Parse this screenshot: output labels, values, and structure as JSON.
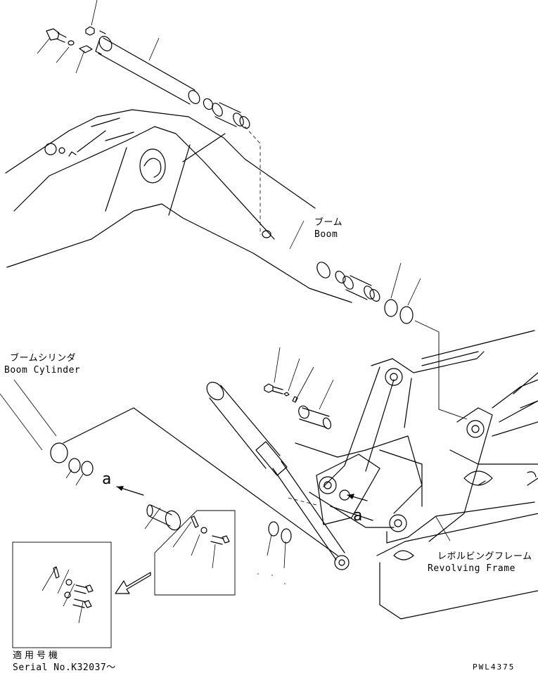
{
  "labels": {
    "boom_jp": "ブーム",
    "boom_en": "Boom",
    "boom_cylinder_jp": "ブームシリンダ",
    "boom_cylinder_en": "Boom Cylinder",
    "revolving_frame_jp": "レボルビングフレーム",
    "revolving_frame_en": "Revolving Frame",
    "view_a_left": "a",
    "view_a_right": "a",
    "serial_jp": "適用号機",
    "serial_en": "Serial No.K32037～",
    "drawing_code": "PWL4375"
  }
}
